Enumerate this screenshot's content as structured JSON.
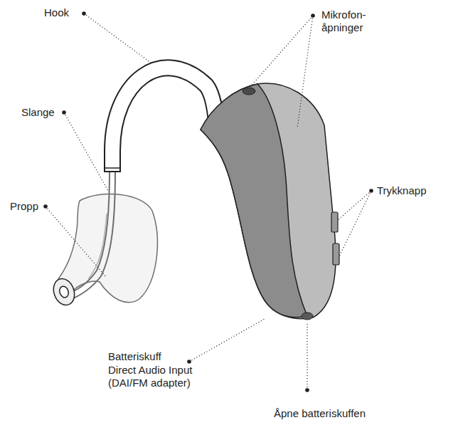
{
  "diagram": {
    "labels": [
      "Hook",
      "Mikrofon- åpninger",
      "Slange",
      "Trykknapp",
      "Propp",
      "Batteriskuff",
      "Direct Audio Input (DAI/FM adapter)",
      "Åpne batteriskuffen"
    ]
  }
}
